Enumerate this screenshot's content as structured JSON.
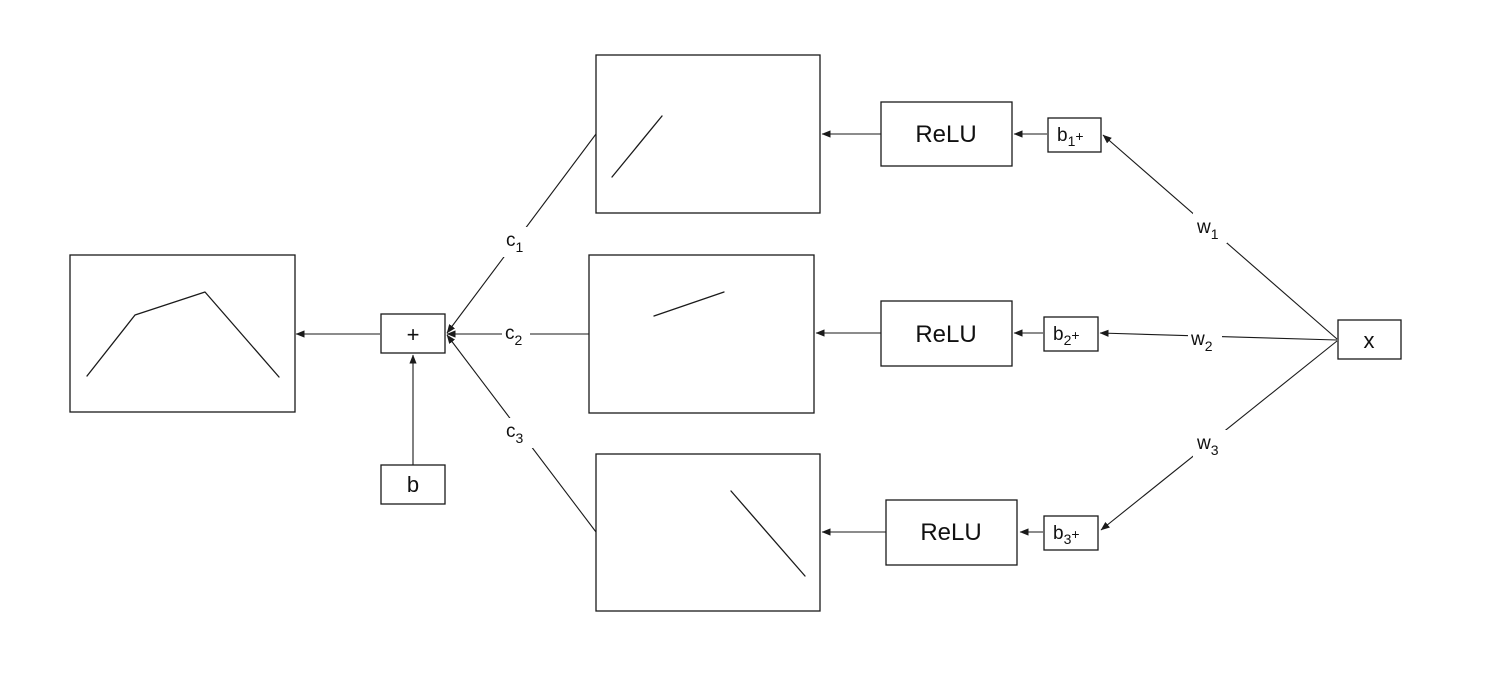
{
  "nodes": {
    "x": "x",
    "relu_label": "ReLU",
    "b1": {
      "base": "b",
      "sub": "1",
      "suffix": "+"
    },
    "b2": {
      "base": "b",
      "sub": "2",
      "suffix": "+"
    },
    "b3": {
      "base": "b",
      "sub": "3",
      "suffix": "+"
    },
    "plus": "+",
    "b": "b"
  },
  "edges": {
    "w1": {
      "base": "w",
      "sub": "1"
    },
    "w2": {
      "base": "w",
      "sub": "2"
    },
    "w3": {
      "base": "w",
      "sub": "3"
    },
    "c1": {
      "base": "c",
      "sub": "1"
    },
    "c2": {
      "base": "c",
      "sub": "2"
    },
    "c3": {
      "base": "c",
      "sub": "3"
    }
  }
}
